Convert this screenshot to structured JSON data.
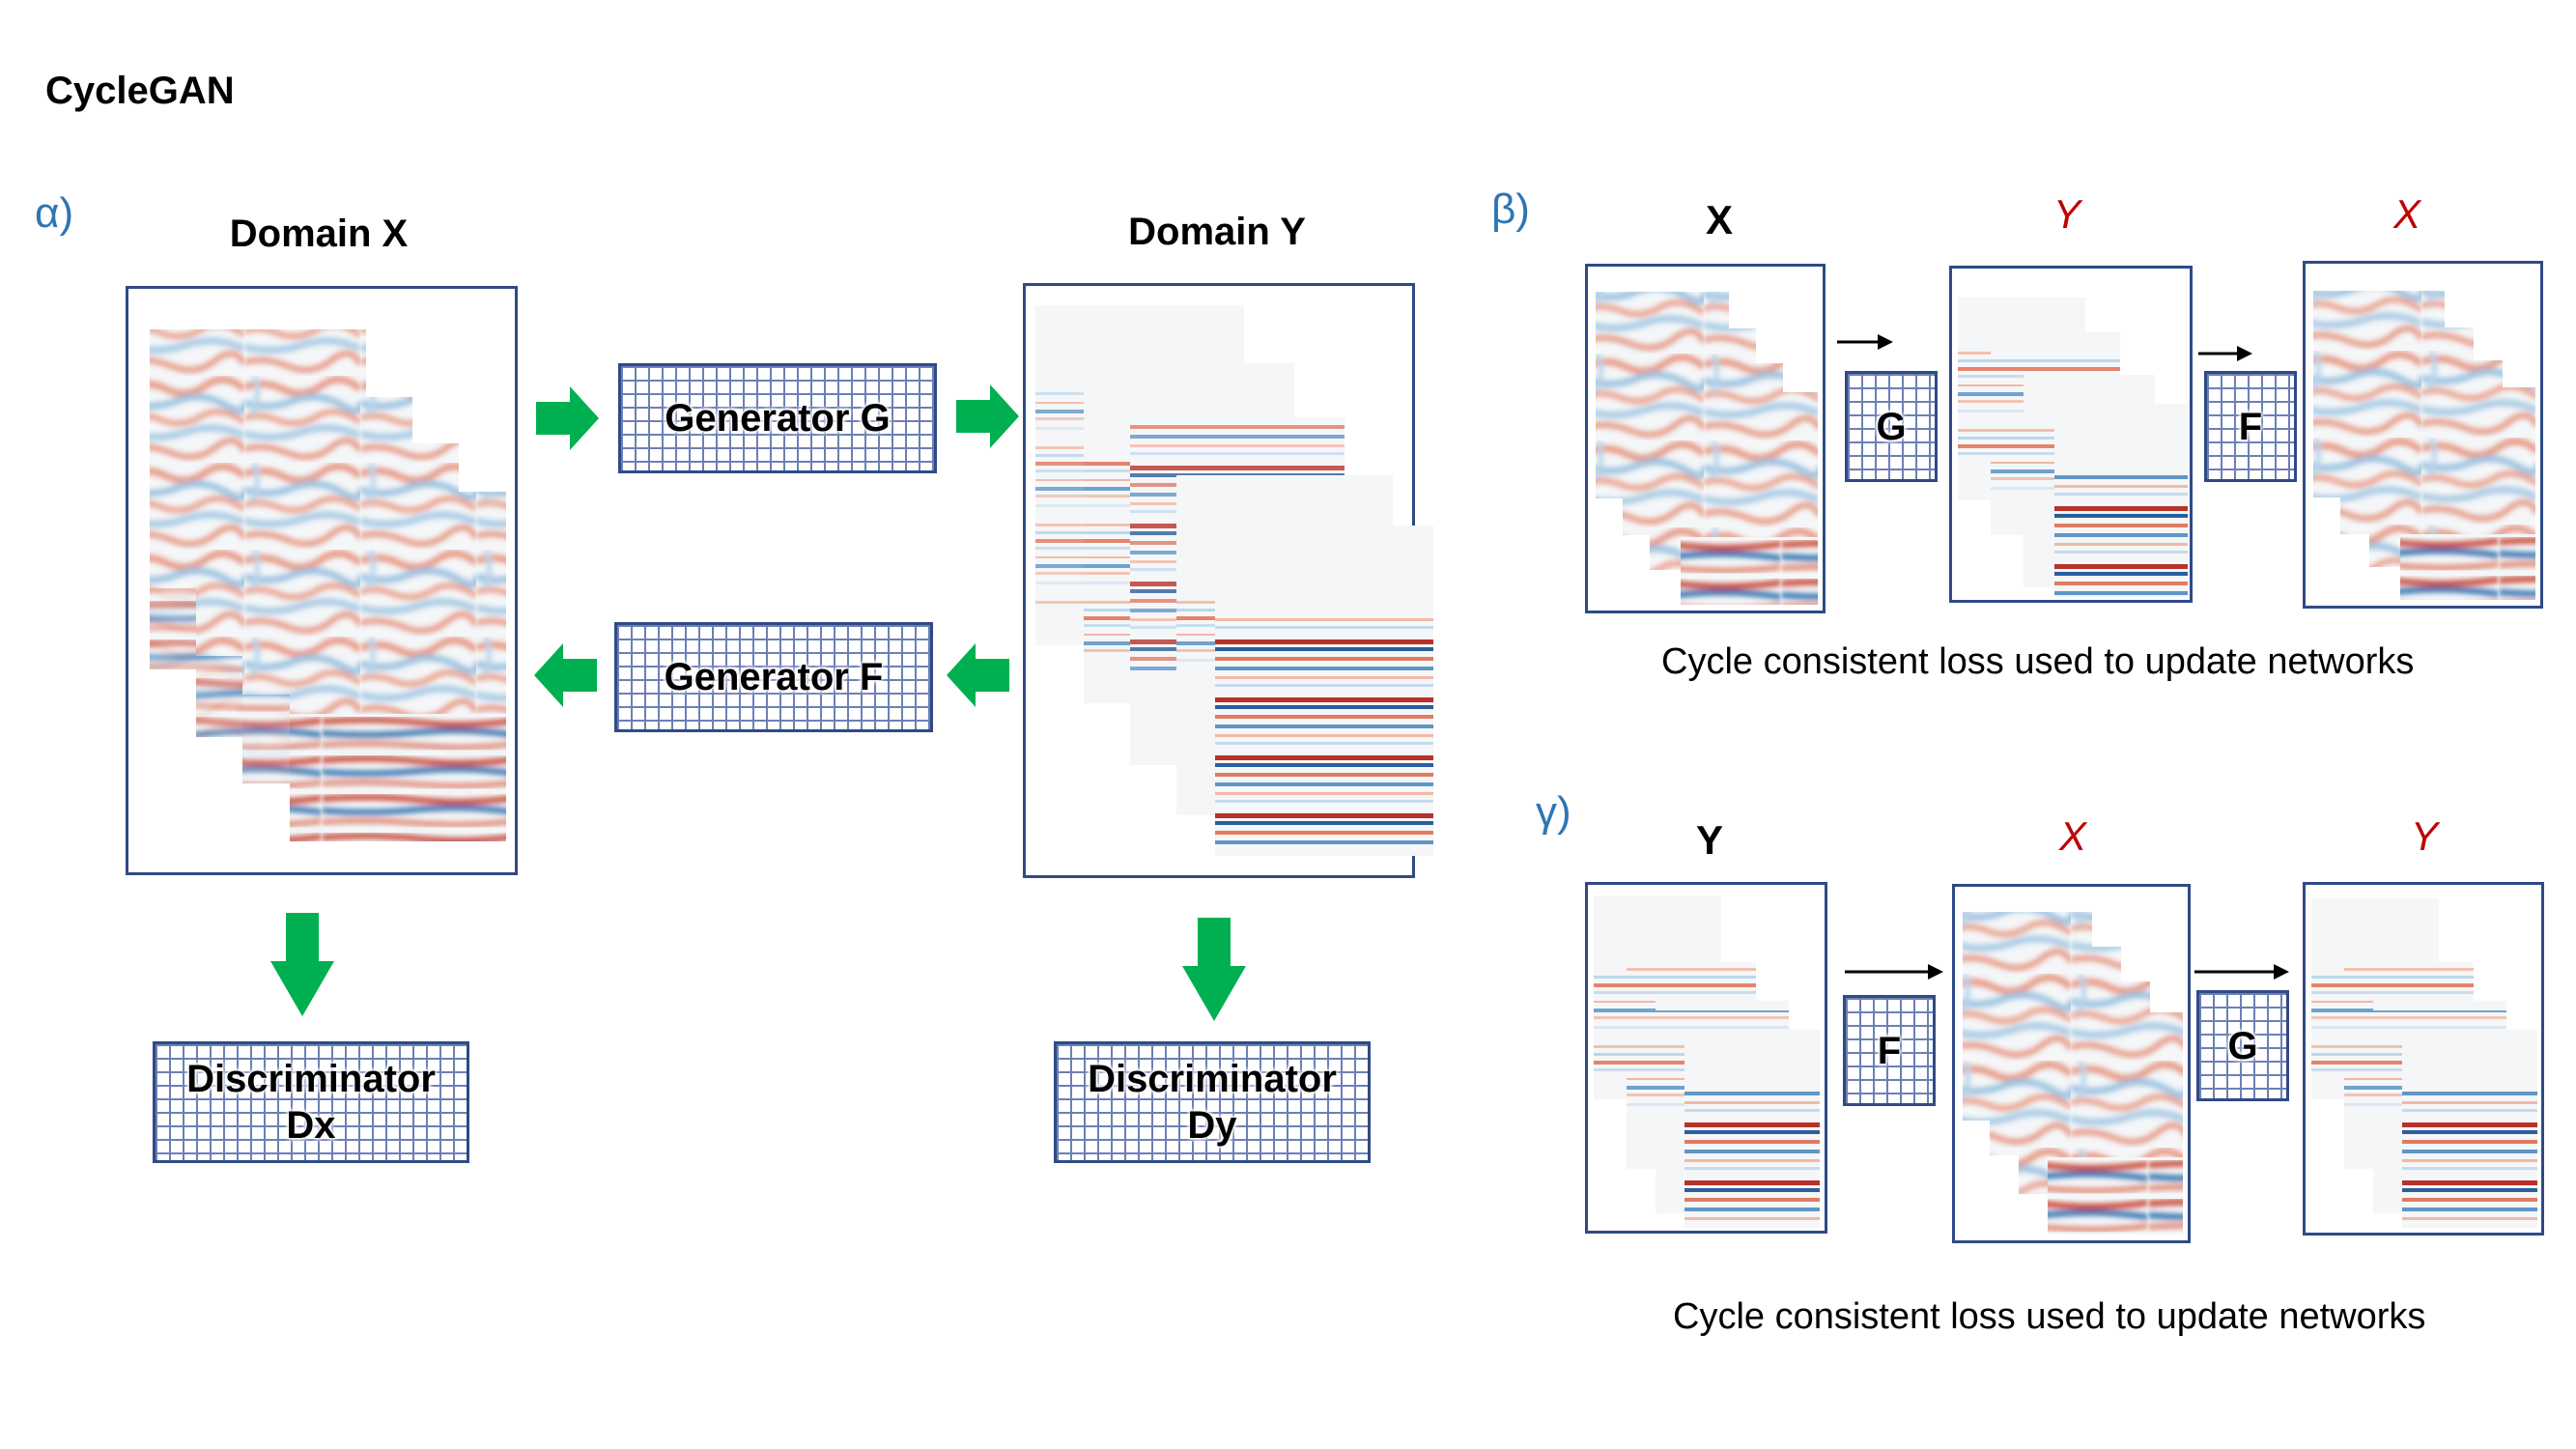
{
  "title": "CycleGAN",
  "panels": {
    "alpha": {
      "label": "α)",
      "domain_x": "Domain X",
      "domain_y": "Domain Y",
      "generator_g": "Generator G",
      "generator_f": "Generator F",
      "discriminator_x": "Discriminator\nDx",
      "discriminator_y": "Discriminator\nDy"
    },
    "beta": {
      "label": "β)",
      "input_label": "X",
      "middle_label": "Y",
      "output_label": "X",
      "net1": "G",
      "net2": "F",
      "caption": "Cycle consistent loss used to update networks"
    },
    "gamma": {
      "label": "γ)",
      "input_label": "Y",
      "middle_label": "X",
      "output_label": "Y",
      "net1": "F",
      "net2": "G",
      "caption": "Cycle consistent loss used to update networks"
    }
  },
  "colors": {
    "frame": "#2f4a86",
    "arrow_green": "#00b050",
    "panel_label": "#2e75b6",
    "generated_label": "#c00000",
    "seismic_red": "#d6604d",
    "seismic_blue": "#4393c3"
  }
}
